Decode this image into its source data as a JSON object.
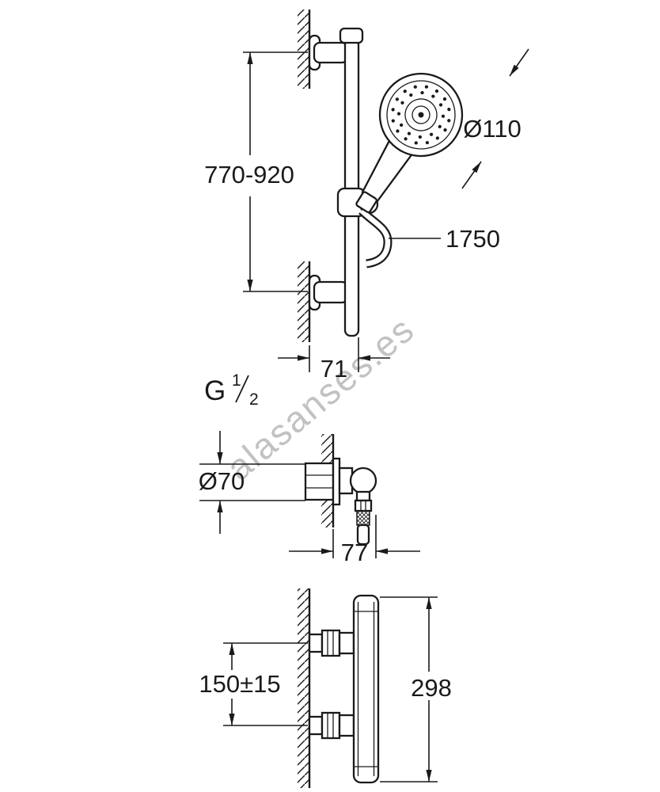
{
  "watermark": {
    "text": "alasanses.es",
    "color": "#b3b3b3"
  },
  "colors": {
    "line": "#1a1a1a",
    "background": "#ffffff"
  },
  "labels": {
    "rail_height": "770-920",
    "head_diameter": "Ø110",
    "hose_length": "1750",
    "bracket_offset": "71",
    "thread_letter": "G",
    "thread_numerator": "1",
    "thread_denominator": "2",
    "union_diameter": "Ø70",
    "union_offset": "77",
    "inlet_distance": "150±15",
    "mixer_height": "298"
  }
}
